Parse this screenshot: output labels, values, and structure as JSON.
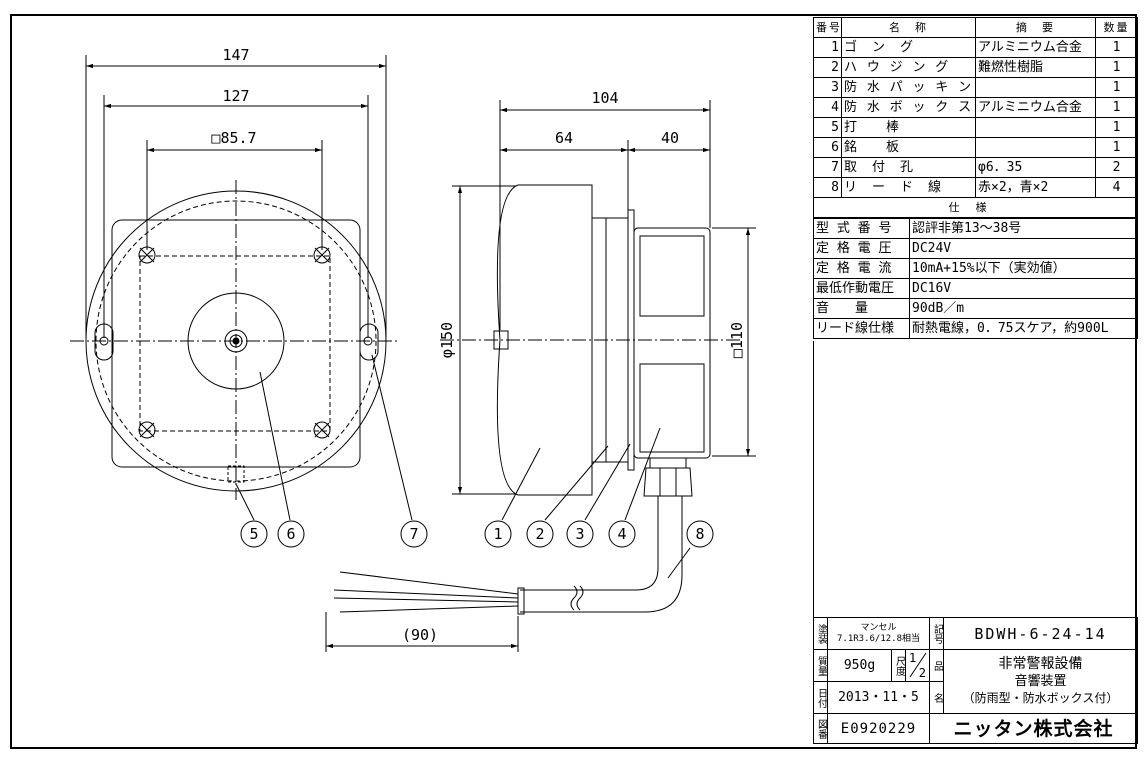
{
  "dimensions": {
    "d147": "147",
    "d127": "127",
    "d85": "□85.7",
    "d104": "104",
    "d64": "64",
    "d40": "40",
    "phi150": "φ150",
    "sq110": "□110",
    "d90": "(90)"
  },
  "callouts": [
    "5",
    "6",
    "7",
    "1",
    "2",
    "3",
    "4",
    "8"
  ],
  "parts_table": {
    "headers": {
      "no": "番号",
      "name": "名　称",
      "summary": "摘　要",
      "qty": "数量"
    },
    "rows": [
      {
        "no": "1",
        "name": "ゴ　ン　グ",
        "summary": "アルミニウム合金",
        "qty": "1"
      },
      {
        "no": "2",
        "name": "ハ ウ ジ ン グ",
        "summary": "難燃性樹脂",
        "qty": "1"
      },
      {
        "no": "3",
        "name": "防 水 パ ッ キ ン",
        "summary": "",
        "qty": "1"
      },
      {
        "no": "4",
        "name": "防 水 ボ ッ ク ス",
        "summary": "アルミニウム合金",
        "qty": "1"
      },
      {
        "no": "5",
        "name": "打　　棒",
        "summary": "",
        "qty": "1"
      },
      {
        "no": "6",
        "name": "銘　　板",
        "summary": "",
        "qty": "1"
      },
      {
        "no": "7",
        "name": "取　付　孔",
        "summary": "φ6．35",
        "qty": "2"
      },
      {
        "no": "8",
        "name": "リ　ー　ド　線",
        "summary": "赤×2，青×2",
        "qty": "4"
      }
    ]
  },
  "spec": {
    "heading": "仕様",
    "rows": [
      {
        "label": "型 式 番 号",
        "value": "認評非第13～38号"
      },
      {
        "label": "定 格 電 圧",
        "value": "DC24V"
      },
      {
        "label": "定 格 電 流",
        "value": "10mA+15%以下（実効値）"
      },
      {
        "label": "最低作動電圧",
        "value": "DC16V"
      },
      {
        "label": "音　　量",
        "value": "90dB／m"
      },
      {
        "label": "リード線仕様",
        "value": "耐熱電線，0．75スケア，約900L"
      }
    ]
  },
  "title_block": {
    "paint_label": "塗装",
    "paint_value_1": "マンセル",
    "paint_value_2": "7.1R3.6/12.8相当",
    "code_label": "記号",
    "code": "BDWH-6-24-14",
    "mass_label": "質量",
    "mass": "950g",
    "scale_label": "尺度",
    "scale_num": "1",
    "scale_den": "2",
    "product_label": "品",
    "name_label": "名",
    "product_1": "非常警報設備",
    "product_2": "音響装置",
    "product_3": "（防雨型・防水ボックス付）",
    "date_label": "日付",
    "date": "2013・11・5",
    "drawing_no_label": "図番",
    "drawing_no": "E0920229",
    "company": "ニッタン株式会社"
  }
}
